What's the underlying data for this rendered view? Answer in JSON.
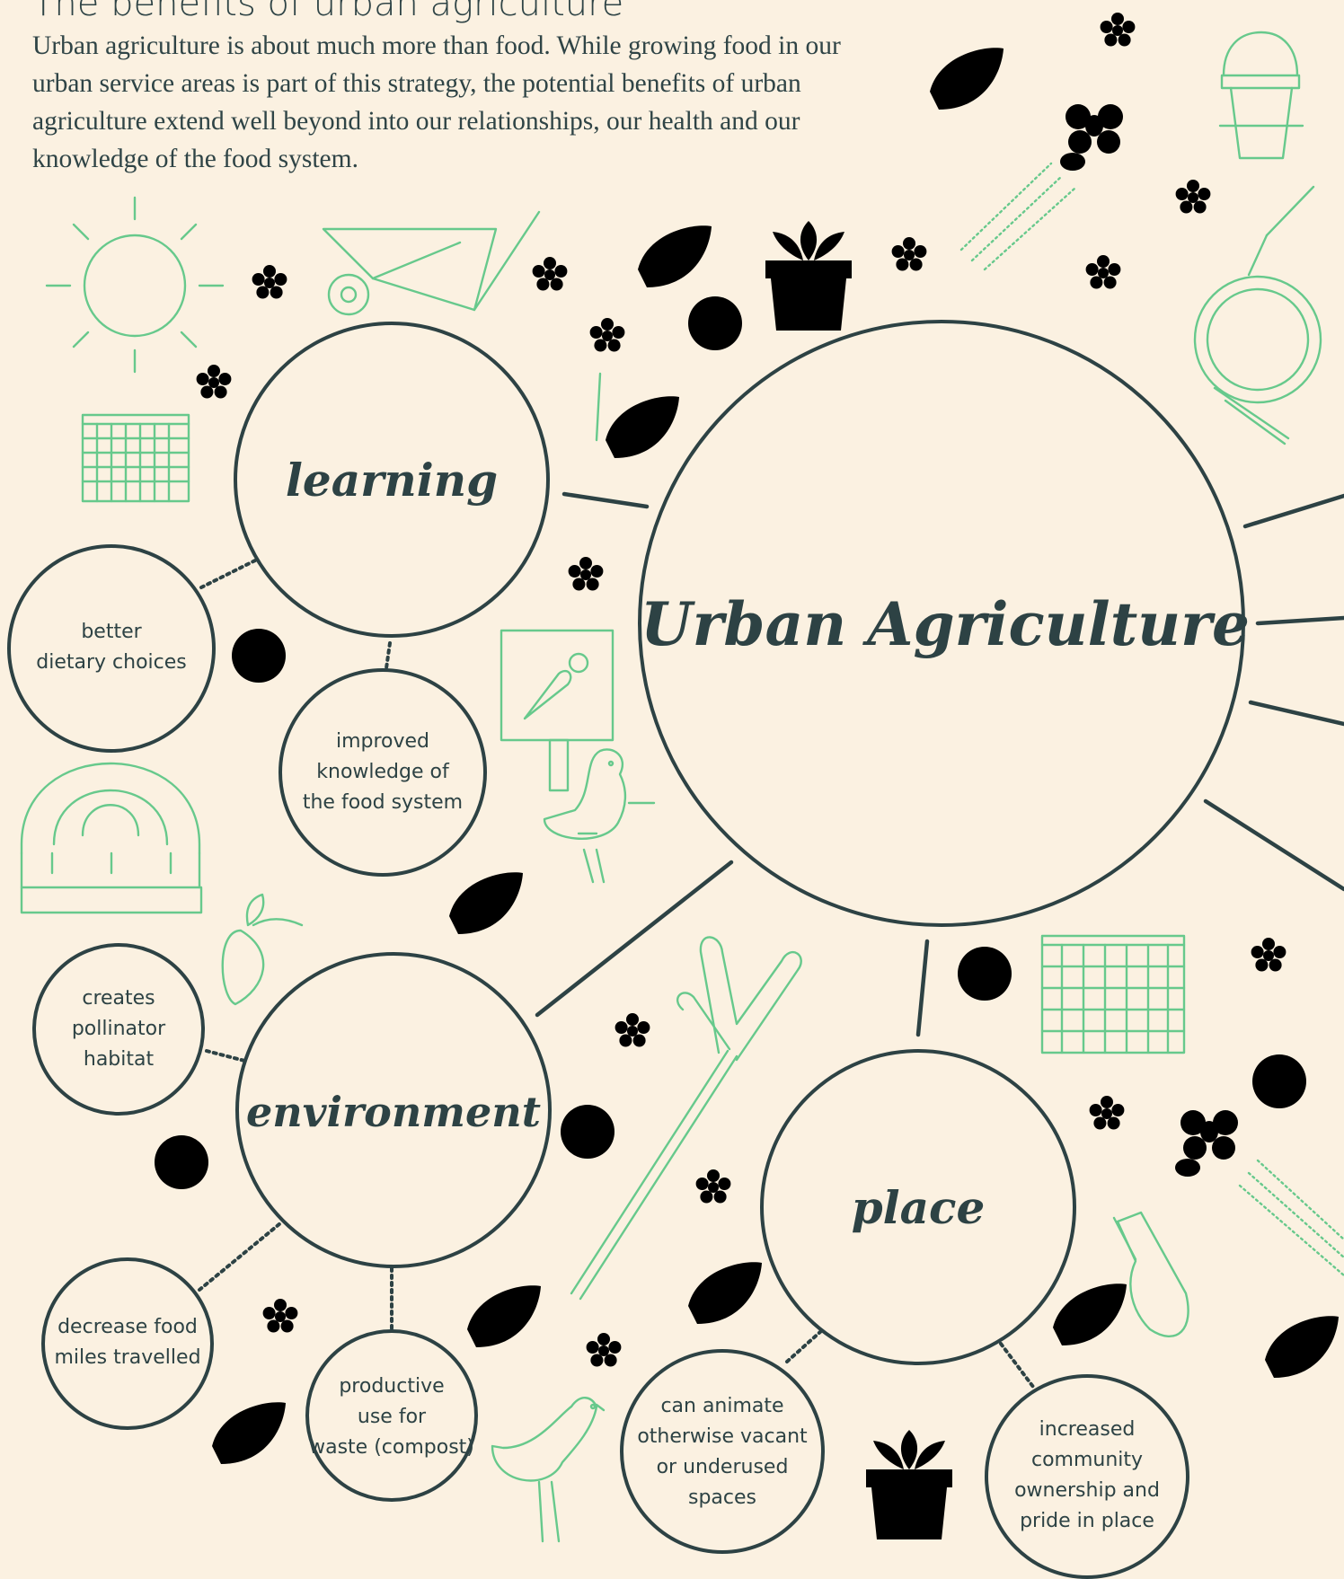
{
  "header": {
    "title": "The benefits of urban agriculture",
    "intro": "Urban agriculture is about much more than food. While growing food in our urban service areas is part of this strategy, the potential benefits of urban agriculture extend well beyond into our relationships, our health and our knowledge of the food system."
  },
  "diagram": {
    "center": "Urban Agriculture",
    "themes": {
      "learning": "learning",
      "environment": "environment",
      "place": "place"
    },
    "benefits": {
      "dietary": [
        "better",
        "dietary choices"
      ],
      "knowledge": [
        "improved",
        "knowledge of",
        "the food system"
      ],
      "pollinator": [
        "creates",
        "pollinator",
        "habitat"
      ],
      "food_miles": [
        "decrease food",
        "miles travelled"
      ],
      "compost": [
        "productive",
        "use for",
        "waste (compost)"
      ],
      "animate": [
        "can animate",
        "otherwise vacant",
        "or underused",
        "spaces"
      ],
      "community": [
        "increased",
        "community",
        "ownership and",
        "pride in place"
      ]
    }
  },
  "colors": {
    "background": "#fbf1e1",
    "ink": "#2d4244",
    "icons": "#67c98c"
  }
}
